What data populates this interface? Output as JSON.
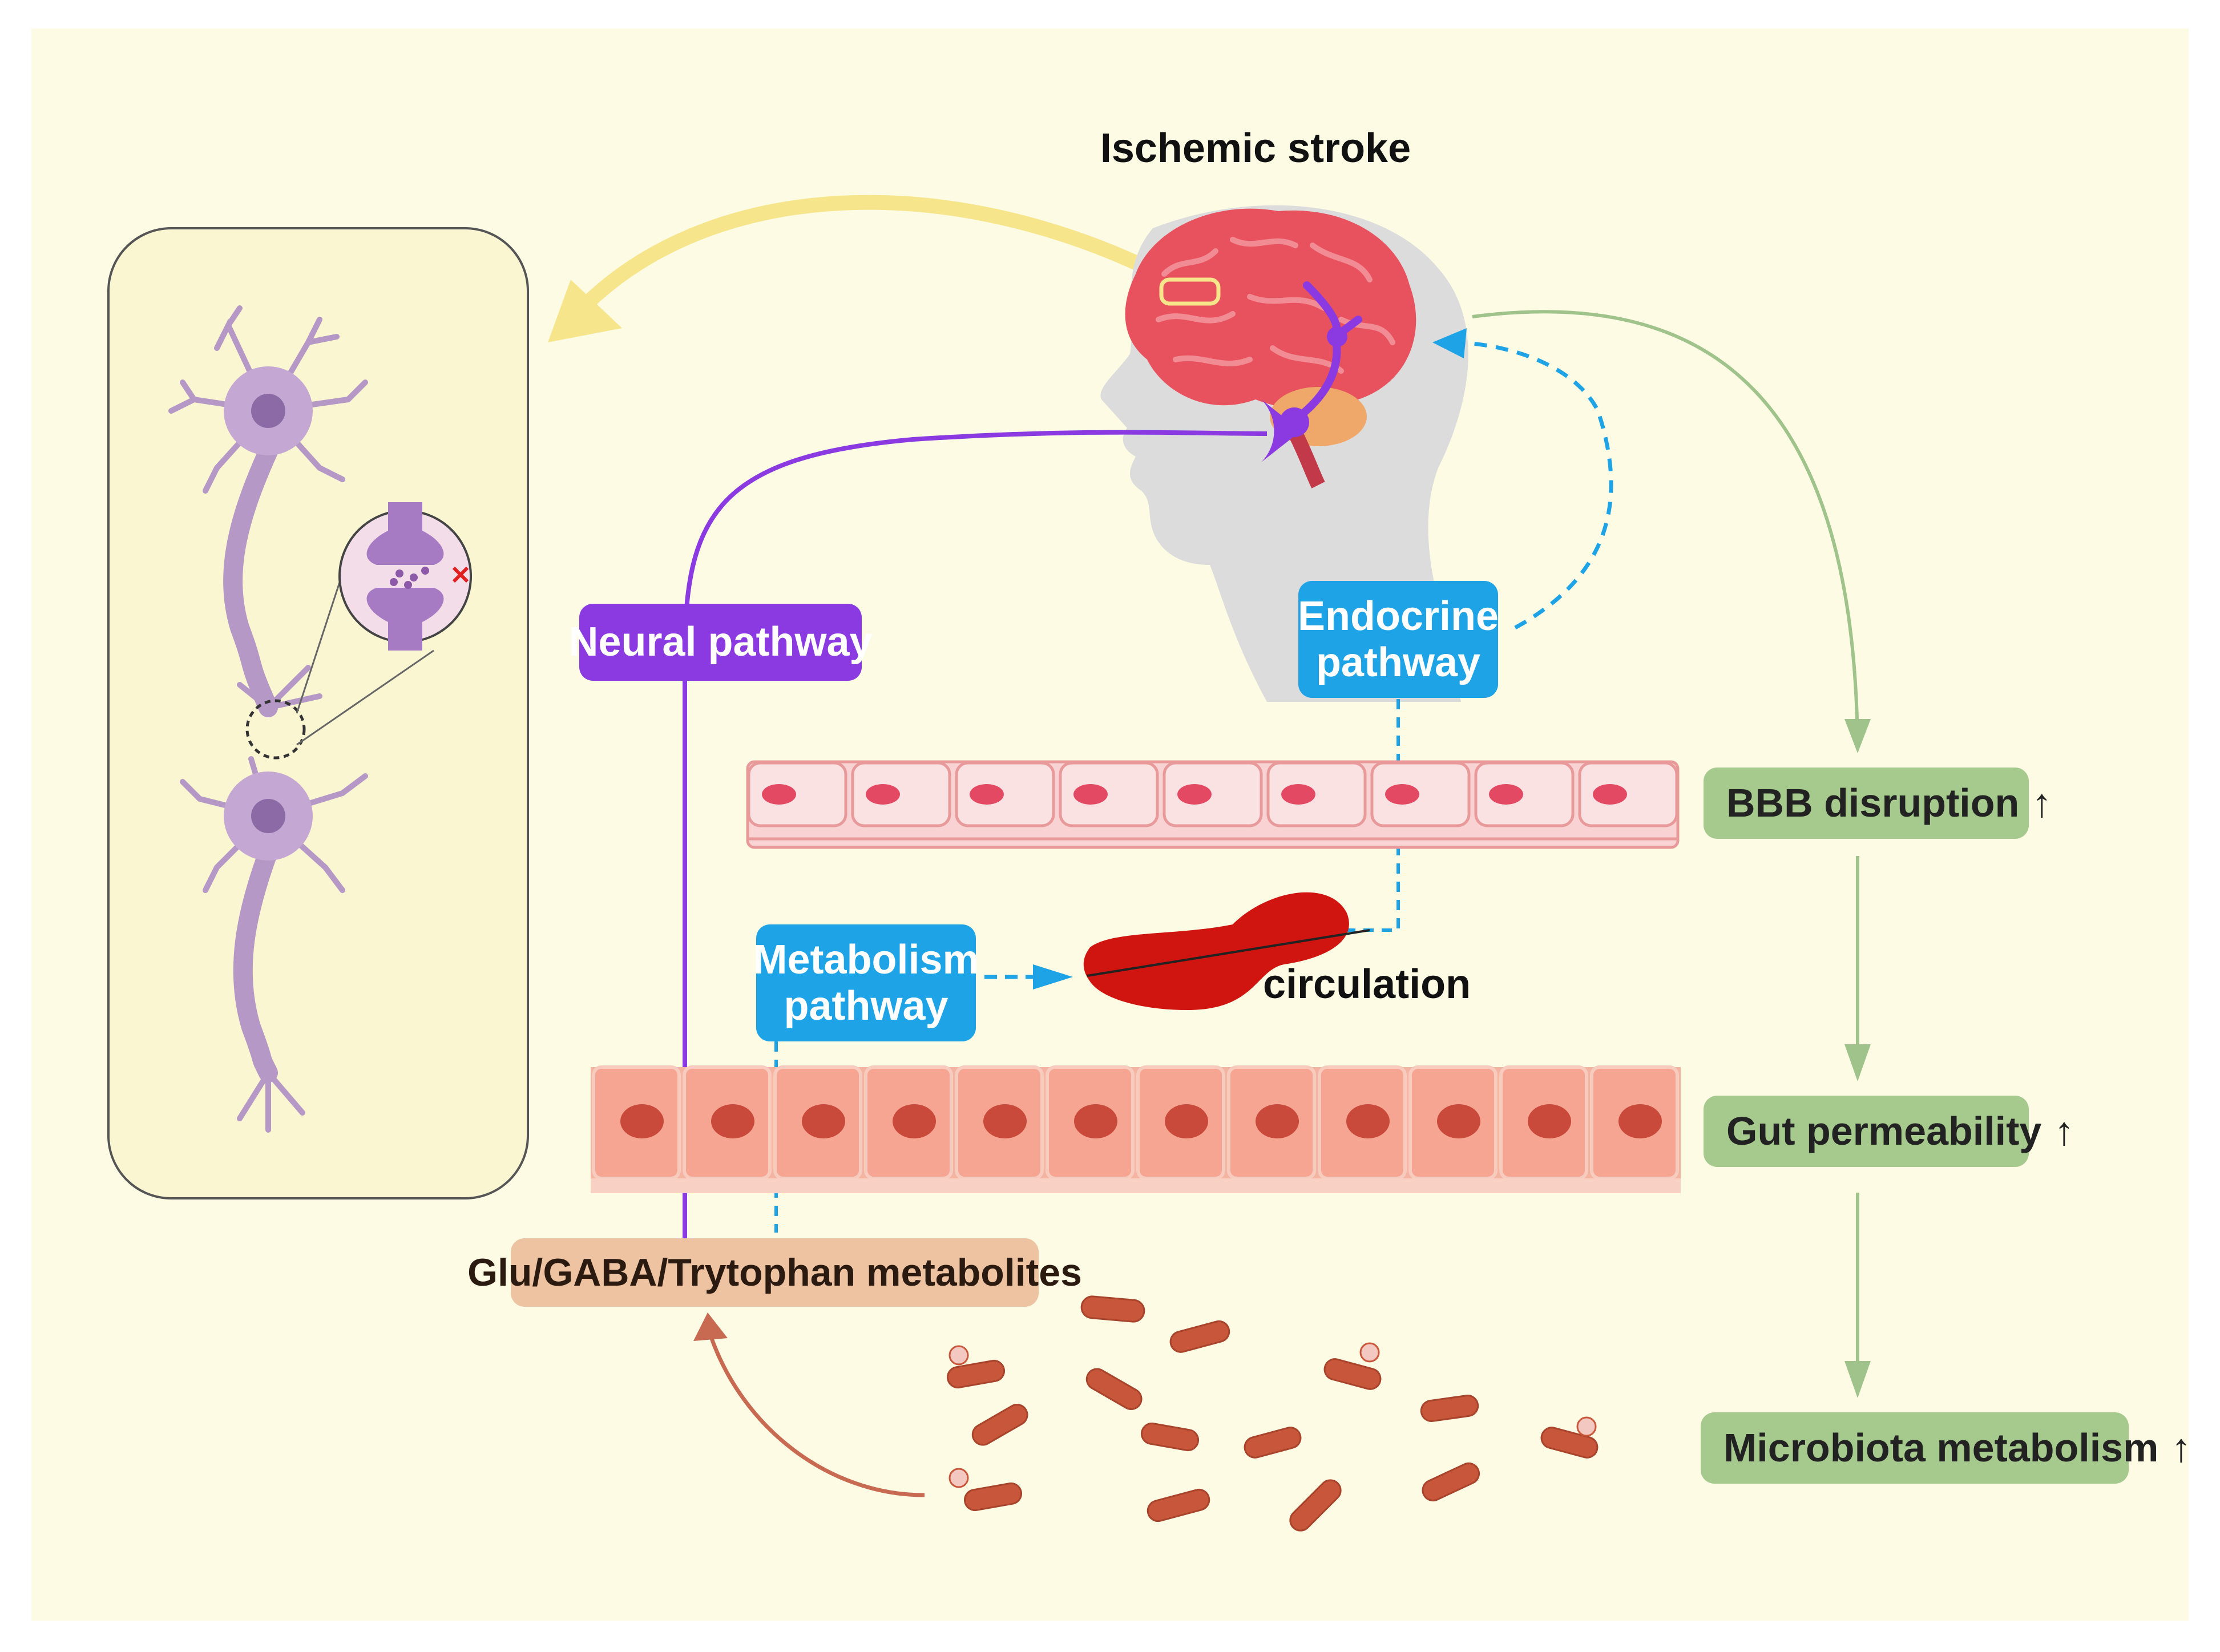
{
  "title": "Ischemic stroke",
  "pathways": {
    "neural": "Neural pathway",
    "endocrine": "Endocrine pathway",
    "metabolism": "Metabolism pathway"
  },
  "circulation_label": "circulation",
  "metabolites_label": "Glu/GABA/Trytophan metabolites",
  "cascade": {
    "bbb": "BBB disruption",
    "gut": "Gut permeability",
    "microbiota": "Microbiota metabolism",
    "increase_symbol": "↑"
  },
  "colors": {
    "background": "#fdfbe3",
    "neural": "#8a3ae0",
    "endocrine": "#1da3e6",
    "cascade_box": "#a6c98e",
    "metabolites_box": "#edc3a2",
    "brain": "#e8525e",
    "blood": "#d0140f",
    "bacteria": "#c8563a",
    "neuron": "#c4a7d2"
  }
}
